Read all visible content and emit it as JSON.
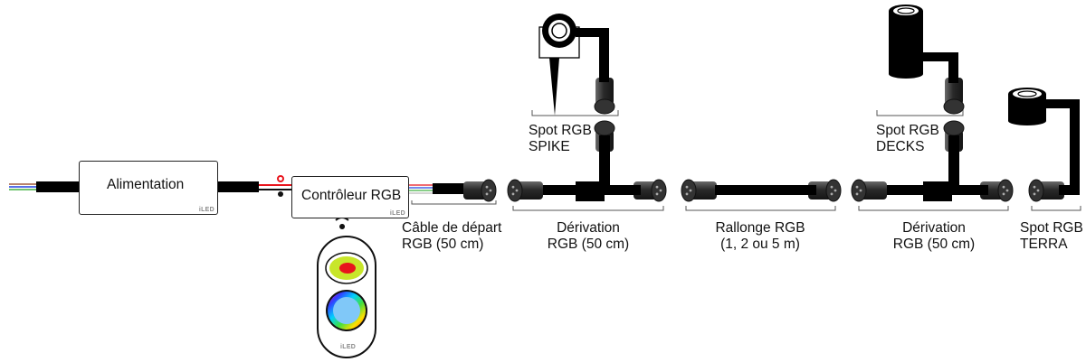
{
  "diagram": {
    "title": "Schéma de raccordement RGB",
    "brand_logo": "iLED",
    "components": {
      "power_supply": {
        "label": "Alimentation"
      },
      "controller": {
        "label": "Contrôleur RGB"
      },
      "remote": {
        "icon": "wifi-icon",
        "center_button_color": "#e8141c",
        "ring_color": "#c8e62a",
        "wheel_center_color": "#80c8f8"
      },
      "polarity": {
        "positive": "+",
        "negative": "-"
      }
    },
    "parts": [
      {
        "id": "start-cable",
        "line1": "Câble de départ",
        "line2": "RGB (50 cm)"
      },
      {
        "id": "derivation-1",
        "line1": "Dérivation",
        "line2": "RGB (50 cm)"
      },
      {
        "id": "extension",
        "line1": "Rallonge RGB",
        "line2": "(1, 2 ou 5 m)"
      },
      {
        "id": "derivation-2",
        "line1": "Dérivation",
        "line2": "RGB (50 cm)"
      },
      {
        "id": "spot-terra",
        "line1": "Spot RGB",
        "line2": "TERRA"
      }
    ],
    "spots": [
      {
        "id": "spot-spike",
        "line1": "Spot RGB",
        "line2": "SPIKE"
      },
      {
        "id": "spot-decks",
        "line1": "Spot RGB",
        "line2": "DECKS"
      }
    ],
    "wire_colors": {
      "red": "#e8141c",
      "blue": "#2040e0",
      "green": "#40b040",
      "brown": "#a05a3c",
      "white": "#ffffff"
    }
  }
}
